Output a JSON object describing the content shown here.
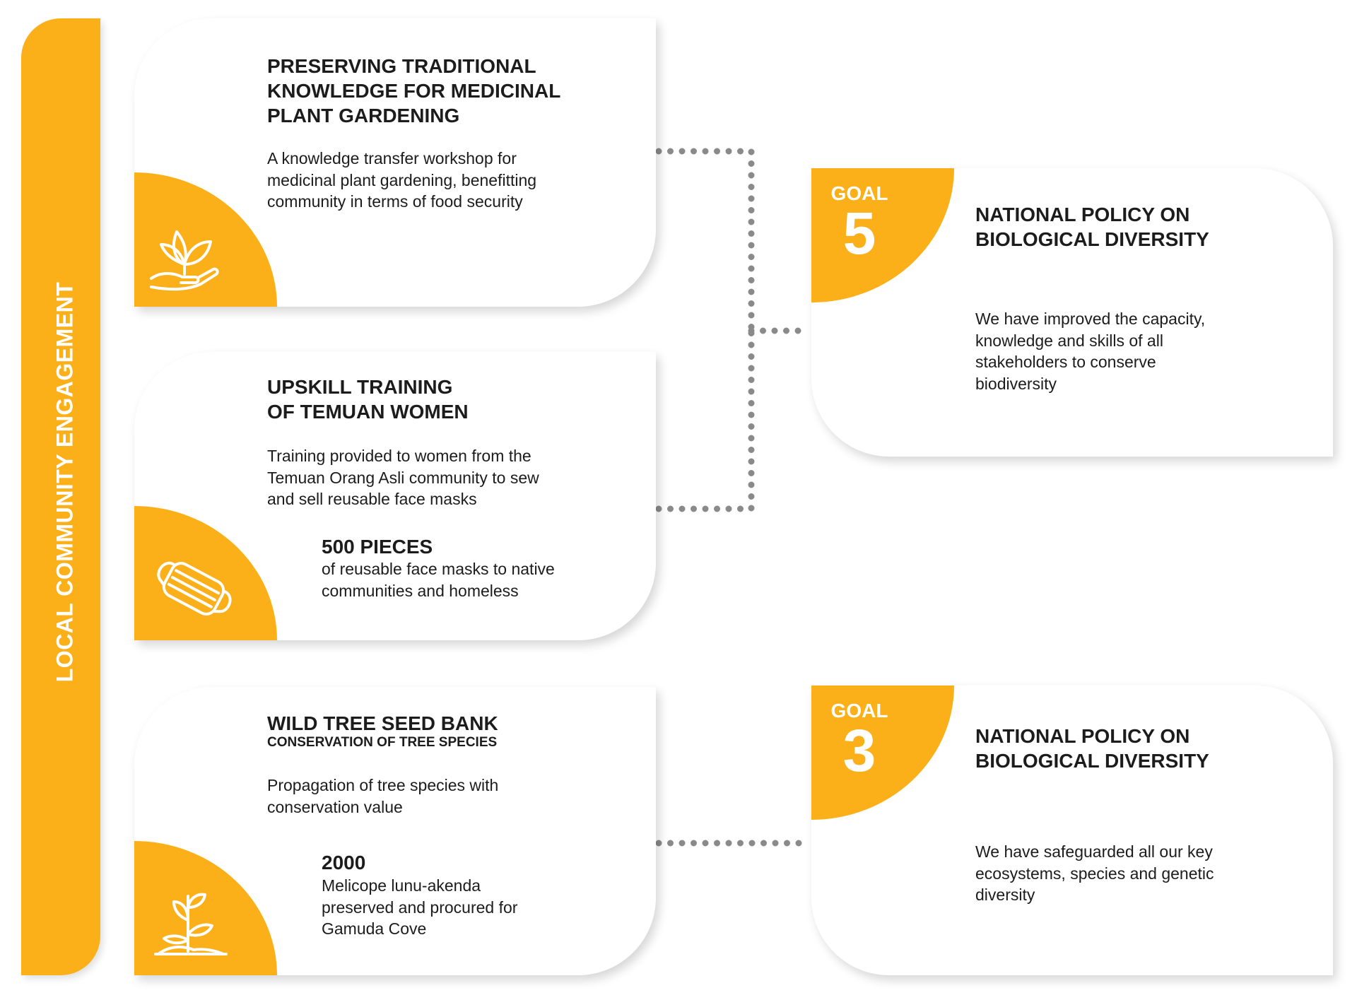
{
  "sidebar": {
    "label": "LOCAL COMMUNITY ENGAGEMENT"
  },
  "initiatives": [
    {
      "title_lines": [
        "PRESERVING TRADITIONAL",
        "KNOWLEDGE FOR MEDICINAL",
        "PLANT GARDENING"
      ],
      "description_lines": [
        "A knowledge transfer workshop for",
        "medicinal plant gardening, benefitting",
        "community in terms of food security"
      ],
      "icon": "plant-in-hand-icon"
    },
    {
      "title_lines": [
        "UPSKILL TRAINING",
        "OF TEMUAN WOMEN"
      ],
      "description_lines": [
        "Training provided to women from the",
        "Temuan Orang Asli community to sew",
        "and sell reusable face masks"
      ],
      "stat": {
        "value": "500 PIECES",
        "lines": [
          "of reusable face masks to native",
          "communities and homeless"
        ]
      },
      "icon": "face-mask-icon"
    },
    {
      "title_lines": [
        "WILD TREE SEED BANK"
      ],
      "subtitle": "CONSERVATION OF TREE SPECIES",
      "description_lines": [
        "Propagation of tree species with",
        "conservation value"
      ],
      "stat": {
        "value": "2000",
        "lines": [
          "Melicope lunu-akenda",
          "preserved and procured for",
          "Gamuda Cove"
        ]
      },
      "icon": "seedling-icon"
    }
  ],
  "goals": [
    {
      "goal_word": "GOAL",
      "number": "5",
      "title_lines": [
        "NATIONAL POLICY ON",
        "BIOLOGICAL DIVERSITY"
      ],
      "description_lines": [
        "We have improved the capacity,",
        "knowledge and skills of all",
        "stakeholders to conserve",
        "biodiversity"
      ]
    },
    {
      "goal_word": "GOAL",
      "number": "3",
      "title_lines": [
        "NATIONAL POLICY ON",
        "BIOLOGICAL DIVERSITY"
      ],
      "description_lines": [
        "We have safeguarded all our key",
        "ecosystems, species and genetic",
        "diversity"
      ]
    }
  ],
  "colors": {
    "accent": "#fbb01a",
    "connector": "#8a8a8a",
    "text": "#1c1c1c"
  }
}
